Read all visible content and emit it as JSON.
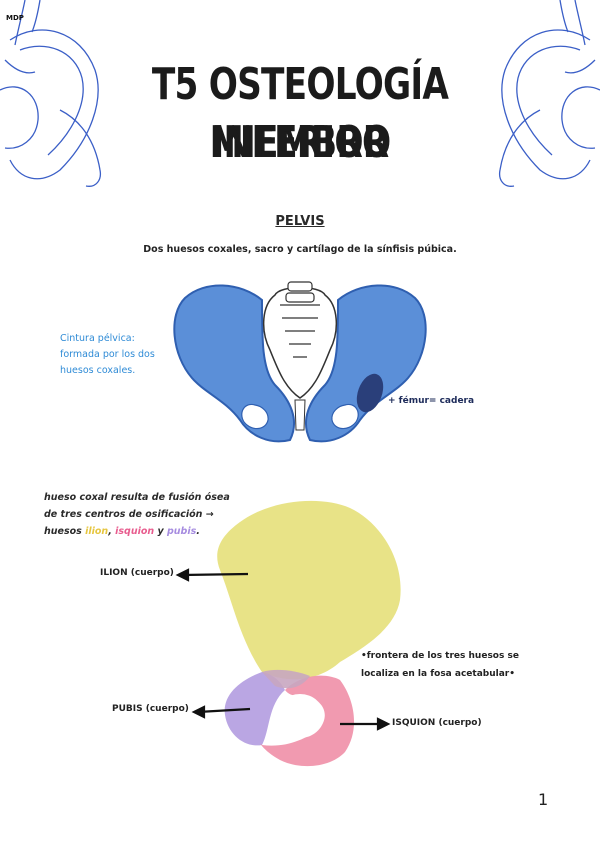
{
  "author_mark": "MDP",
  "title": {
    "line1": "T5 OSTEOLOGÍA MIEMBRO",
    "line2": "INFERIOR"
  },
  "section": {
    "heading": "PELVIS",
    "subtitle": "Dos huesos coxales, sacro y cartílago de la sínfisis púbica."
  },
  "pelvis_notes": {
    "cintura_line1": "Cintura pélvica:",
    "cintura_line2": "formada por los dos",
    "cintura_line3": "huesos coxales.",
    "femur": "+ fémur= cadera"
  },
  "coxal_notes": {
    "line1": "hueso coxal resulta de fusión ósea",
    "line2": "de tres centros de osificación →",
    "line3_prefix": "huesos ",
    "ilion": "ilion",
    "comma": ", ",
    "isquion": "isquion",
    "and": " y ",
    "pubis": "pubis",
    "end": "."
  },
  "labels": {
    "ilion": "ILION (cuerpo)",
    "pubis": "PUBIS (cuerpo)",
    "isquion": "ISQUION (cuerpo)"
  },
  "frontera": {
    "line1": "•frontera de los tres huesos se",
    "line2": "localiza en la fosa acetabular•"
  },
  "colors": {
    "ilion": "#e6c640",
    "isquion": "#e85c8e",
    "pubis": "#a68ce0",
    "pelvis_blue": "#4a7fd0",
    "decor_blue": "#3b5fc7"
  },
  "page_number": "1"
}
